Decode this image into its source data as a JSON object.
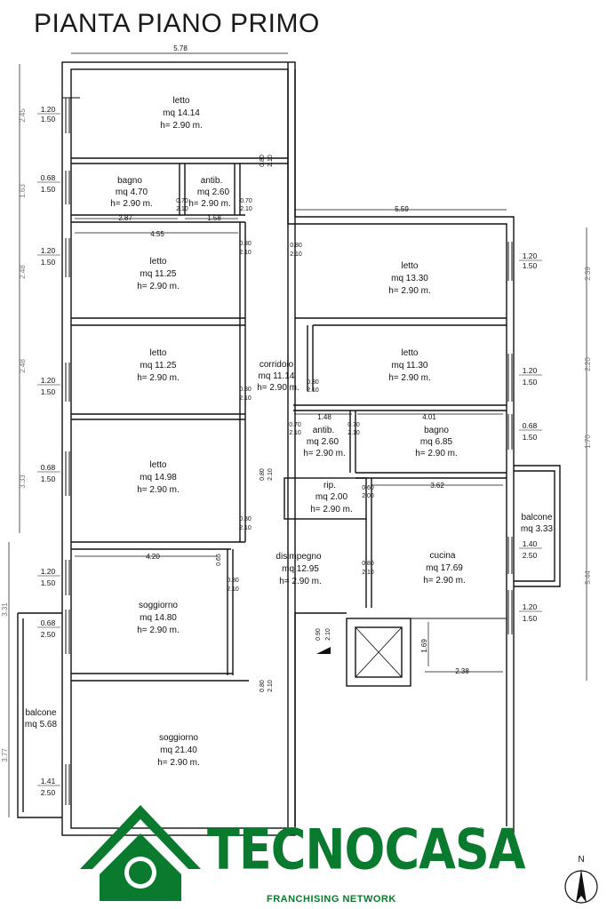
{
  "title": "PIANTA PIANO PRIMO",
  "rooms": [
    {
      "id": "letto1",
      "name": "letto",
      "area": "mq 14.14",
      "height": "h= 2.90 m."
    },
    {
      "id": "bagno1",
      "name": "bagno",
      "area": "mq 4.70",
      "height": "h= 2.90 m."
    },
    {
      "id": "antib1",
      "name": "antib.",
      "area": "mq 2.60",
      "height": "h= 2.90 m."
    },
    {
      "id": "letto2",
      "name": "letto",
      "area": "mq 11.25",
      "height": "h= 2.90 m."
    },
    {
      "id": "letto3",
      "name": "letto",
      "area": "mq 11.25",
      "height": "h= 2.90 m."
    },
    {
      "id": "letto4",
      "name": "letto",
      "area": "mq 14.98",
      "height": "h= 2.90 m."
    },
    {
      "id": "soggiorno1",
      "name": "soggiorno",
      "area": "mq 14.80",
      "height": "h= 2.90 m."
    },
    {
      "id": "soggiorno2",
      "name": "soggiorno",
      "area": "mq 21.40",
      "height": "h= 2.90 m."
    },
    {
      "id": "balcone1",
      "name": "balcone",
      "area": "mq 5.68",
      "height": ""
    },
    {
      "id": "corridoio",
      "name": "corridoio",
      "area": "mq 11.14",
      "height": "h= 2.90 m."
    },
    {
      "id": "letto5",
      "name": "letto",
      "area": "mq 13.30",
      "height": "h= 2.90 m."
    },
    {
      "id": "letto6",
      "name": "letto",
      "area": "mq 11.30",
      "height": "h= 2.90 m."
    },
    {
      "id": "antib2",
      "name": "antib.",
      "area": "mq 2.60",
      "height": "h= 2.90 m."
    },
    {
      "id": "bagno2",
      "name": "bagno",
      "area": "mq 6.85",
      "height": "h= 2.90 m."
    },
    {
      "id": "rip",
      "name": "rip.",
      "area": "mq 2.00",
      "height": "h= 2.90 m."
    },
    {
      "id": "disimpegno",
      "name": "disimpegno",
      "area": "mq 12.95",
      "height": "h= 2.90 m."
    },
    {
      "id": "cucina",
      "name": "cucina",
      "area": "mq 17.69",
      "height": "h= 2.90 m."
    },
    {
      "id": "balcone2",
      "name": "balcone",
      "area": "mq 3.33",
      "height": ""
    }
  ],
  "dimensions": {
    "top_width": "5.78",
    "bagno_w": "2.87",
    "antib_w": "1.58",
    "letto2_w": "4.55",
    "right_block_w": "5.59",
    "antib2_w": "1.48",
    "bagno2_w": "4.01",
    "cucina_w": "3.62",
    "soggiorno1_w": "4.20",
    "lift_w": "2.38",
    "lift_h": "1.69",
    "left_1": "2.45",
    "left_2": "1.63",
    "left_3": "2.48",
    "left_4": "2.48",
    "left_5": "3.33",
    "left_6": "3.31",
    "left_7": "3.77",
    "right_1": "2.39",
    "right_2": "2.20",
    "right_3": "1.70",
    "right_4": "5.44"
  },
  "windows": {
    "w1_top": "1.20",
    "w1_bot": "1.50",
    "w2_top": "0.68",
    "w2_bot": "1.50",
    "w3_top": "1.20",
    "w3_bot": "1.50",
    "w4_top": "1.20",
    "w4_bot": "1.50",
    "w5_top": "0.68",
    "w5_bot": "1.50",
    "w6_top": "1.20",
    "w6_bot": "1.50",
    "w7_top": "0.68",
    "w7_bot": "2.50",
    "w8_top": "1.41",
    "w8_bot": "2.50",
    "r1_top": "1.20",
    "r1_bot": "1.50",
    "r2_top": "1.20",
    "r2_bot": "1.50",
    "r3_top": "0.68",
    "r3_bot": "1.50",
    "r4_top": "1.40",
    "r4_bot": "2.50",
    "r5_top": "1.20",
    "r5_bot": "1.50"
  },
  "doors": {
    "d080": "0.80",
    "d070": "0.70",
    "d060": "0.60",
    "d065": "0.65",
    "d090": "0.90",
    "h210": "2.10",
    "h200": "2.00"
  },
  "brand": {
    "name": "TECNOCASA",
    "tagline": "FRANCHISING NETWORK",
    "reg": "®",
    "north": "N"
  },
  "colors": {
    "brand_green": "#0a7a2e",
    "wall": "#111111"
  }
}
